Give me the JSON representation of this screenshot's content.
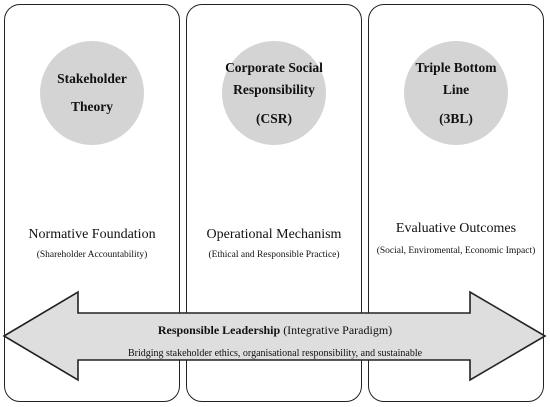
{
  "columns": [
    {
      "circle_title": "Stakeholder\nTheory",
      "circle_abbr": "",
      "label": "Normative Foundation",
      "sublabel": "(Shareholder Accountability)"
    },
    {
      "circle_title": "Corporate Social\nResponsibility",
      "circle_abbr": "(CSR)",
      "label": "Operational Mechanism",
      "sublabel": "(Ethical and Responsible Practice)"
    },
    {
      "circle_title": "Triple Bottom\nLine",
      "circle_abbr": "(3BL)",
      "label": "Evaluative Outcomes",
      "sublabel": "(Social, Enviromental, Economic Impact)"
    }
  ],
  "arrow": {
    "title_bold": "Responsible Leadership",
    "title_rest": " (Integrative Paradigm)",
    "subtitle": "Bridging stakeholder ethics, organisational responsibility, and sustainable"
  },
  "colors": {
    "circle_fill": "#d4d4d4",
    "arrow_fill": "#dedede",
    "border": "#222222"
  }
}
